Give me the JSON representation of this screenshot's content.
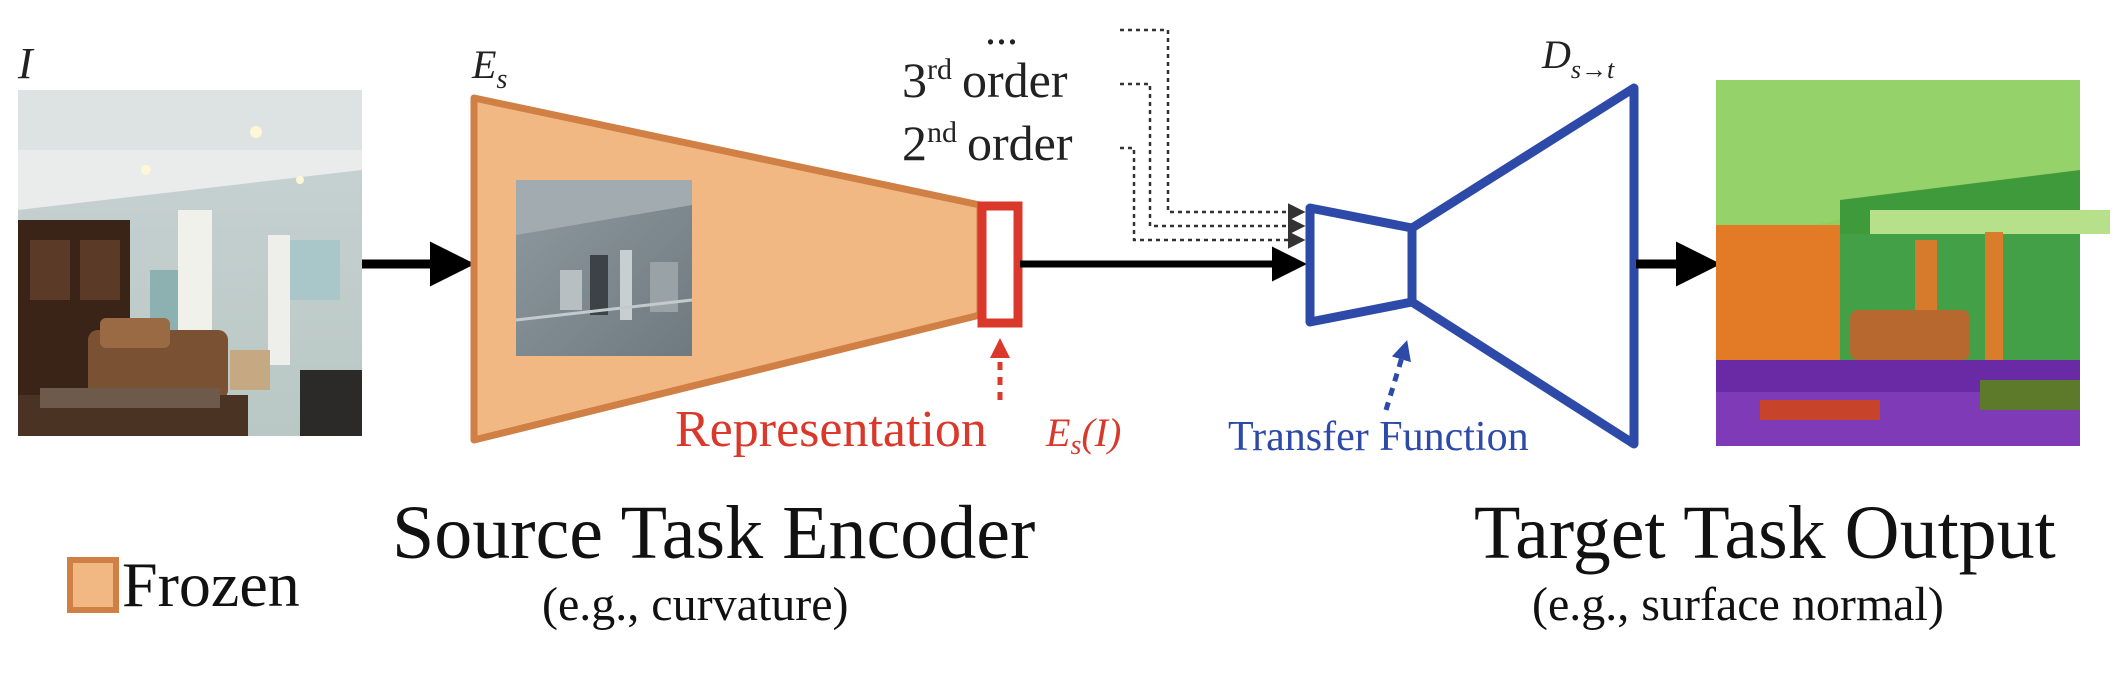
{
  "input": {
    "label": "I"
  },
  "encoder": {
    "label": "E",
    "label_sub": "s",
    "title": "Source Task Encoder",
    "example": "(e.g., curvature)"
  },
  "representation": {
    "label": "Representation",
    "symbol": "E",
    "symbol_sub": "s",
    "symbol_arg": "(I)"
  },
  "orders": {
    "ellipsis": "...",
    "third_num": "3",
    "third_sup": "rd",
    "second_num": "2",
    "second_sup": "nd",
    "word": "order"
  },
  "decoder": {
    "label": "D",
    "label_sub": "s→t",
    "transfer": "Transfer Function"
  },
  "output": {
    "title": "Target Task Output",
    "example": "(e.g., surface normal)"
  },
  "legend": {
    "frozen": "Frozen"
  },
  "colors": {
    "encoder_fill": "#f2b884",
    "encoder_stroke": "#d07f45",
    "representation": "#d9382a",
    "decoder": "#2e4aa8",
    "arrow": "#000000"
  }
}
